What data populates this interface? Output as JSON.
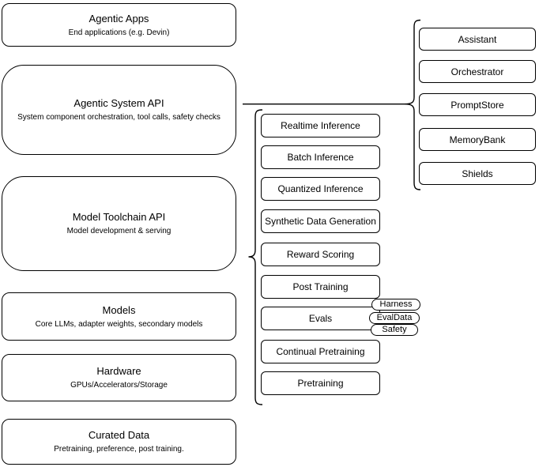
{
  "diagram": {
    "left_stack": [
      {
        "title": "Agentic Apps",
        "subtitle": "End applications (e.g. Devin)"
      },
      {
        "title": "Agentic System API",
        "subtitle": "System component orchestration, tool calls, safety checks"
      },
      {
        "title": "Model Toolchain API",
        "subtitle": "Model development & serving"
      },
      {
        "title": "Models",
        "subtitle": "Core LLMs, adapter weights, secondary models"
      },
      {
        "title": "Hardware",
        "subtitle": "GPUs/Accelerators/Storage"
      },
      {
        "title": "Curated Data",
        "subtitle": "Pretraining, preference, post training."
      }
    ],
    "toolchain_group": {
      "items": [
        "Realtime Inference",
        "Batch Inference",
        "Quantized Inference",
        "Synthetic Data Generation",
        "Reward Scoring",
        "Post Training",
        "Evals",
        "Continual Pretraining",
        "Pretraining"
      ],
      "evals_tags": [
        "Harness",
        "EvalData",
        "Safety"
      ]
    },
    "system_group": {
      "items": [
        "Assistant",
        "Orchestrator",
        "PromptStore",
        "MemoryBank",
        "Shields"
      ]
    },
    "colors": {
      "stroke": "#000000",
      "fill": "#ffffff",
      "text": "#000000"
    }
  }
}
